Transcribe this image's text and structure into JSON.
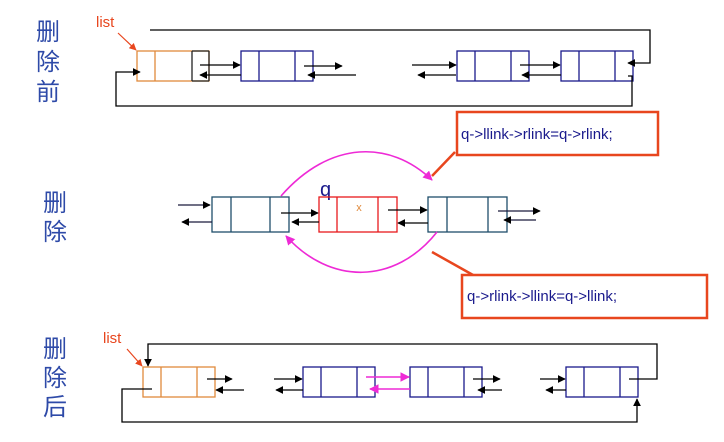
{
  "sections": {
    "before": {
      "label": "删除前",
      "pointer": "list"
    },
    "delete": {
      "label": "删除",
      "node_pointer": "q",
      "node_value": "x"
    },
    "after": {
      "label": "删除后",
      "pointer": "list"
    }
  },
  "code": {
    "line1": "q->llink->rlink=q->rlink;",
    "line2": "q->rlink->llink=q->llink;"
  },
  "colors": {
    "node_navy": "#1a1a8c",
    "node_teal": "#1f4e6b",
    "node_red": "#e8191c",
    "head_orange": "#e08a3c",
    "label_blue": "#2e4aa8",
    "pointer_red": "#e8461e",
    "box_red": "#e8461e",
    "magenta": "#ee2ad6"
  },
  "icons": {
    "arrow": "arrow-right",
    "curve": "curved-pointer-arrow"
  }
}
